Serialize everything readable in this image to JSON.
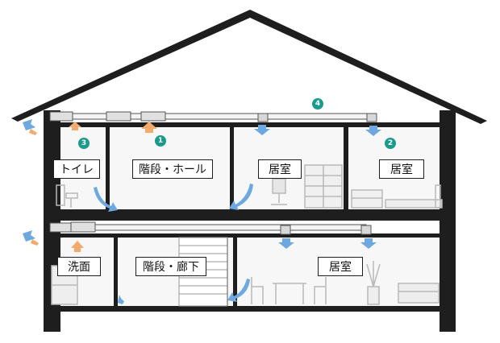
{
  "rooms": {
    "toilet": "トイレ",
    "stairs_hall": "階段・ホール",
    "living_upper_1": "居室",
    "living_upper_2": "居室",
    "washroom": "洗面",
    "stairs_corridor": "階段・廊下",
    "living_lower": "居室"
  },
  "markers": {
    "m1": "1",
    "m2": "2",
    "m3": "3",
    "m4": "4"
  },
  "colors": {
    "wall": "#1e1e1e",
    "duct": "#f4f4f4",
    "supply_arrow": "#6ea8e0",
    "exhaust_arrow": "#f2ab6d",
    "marker": "#1a9a8c",
    "furniture": "#c9c9c9"
  }
}
